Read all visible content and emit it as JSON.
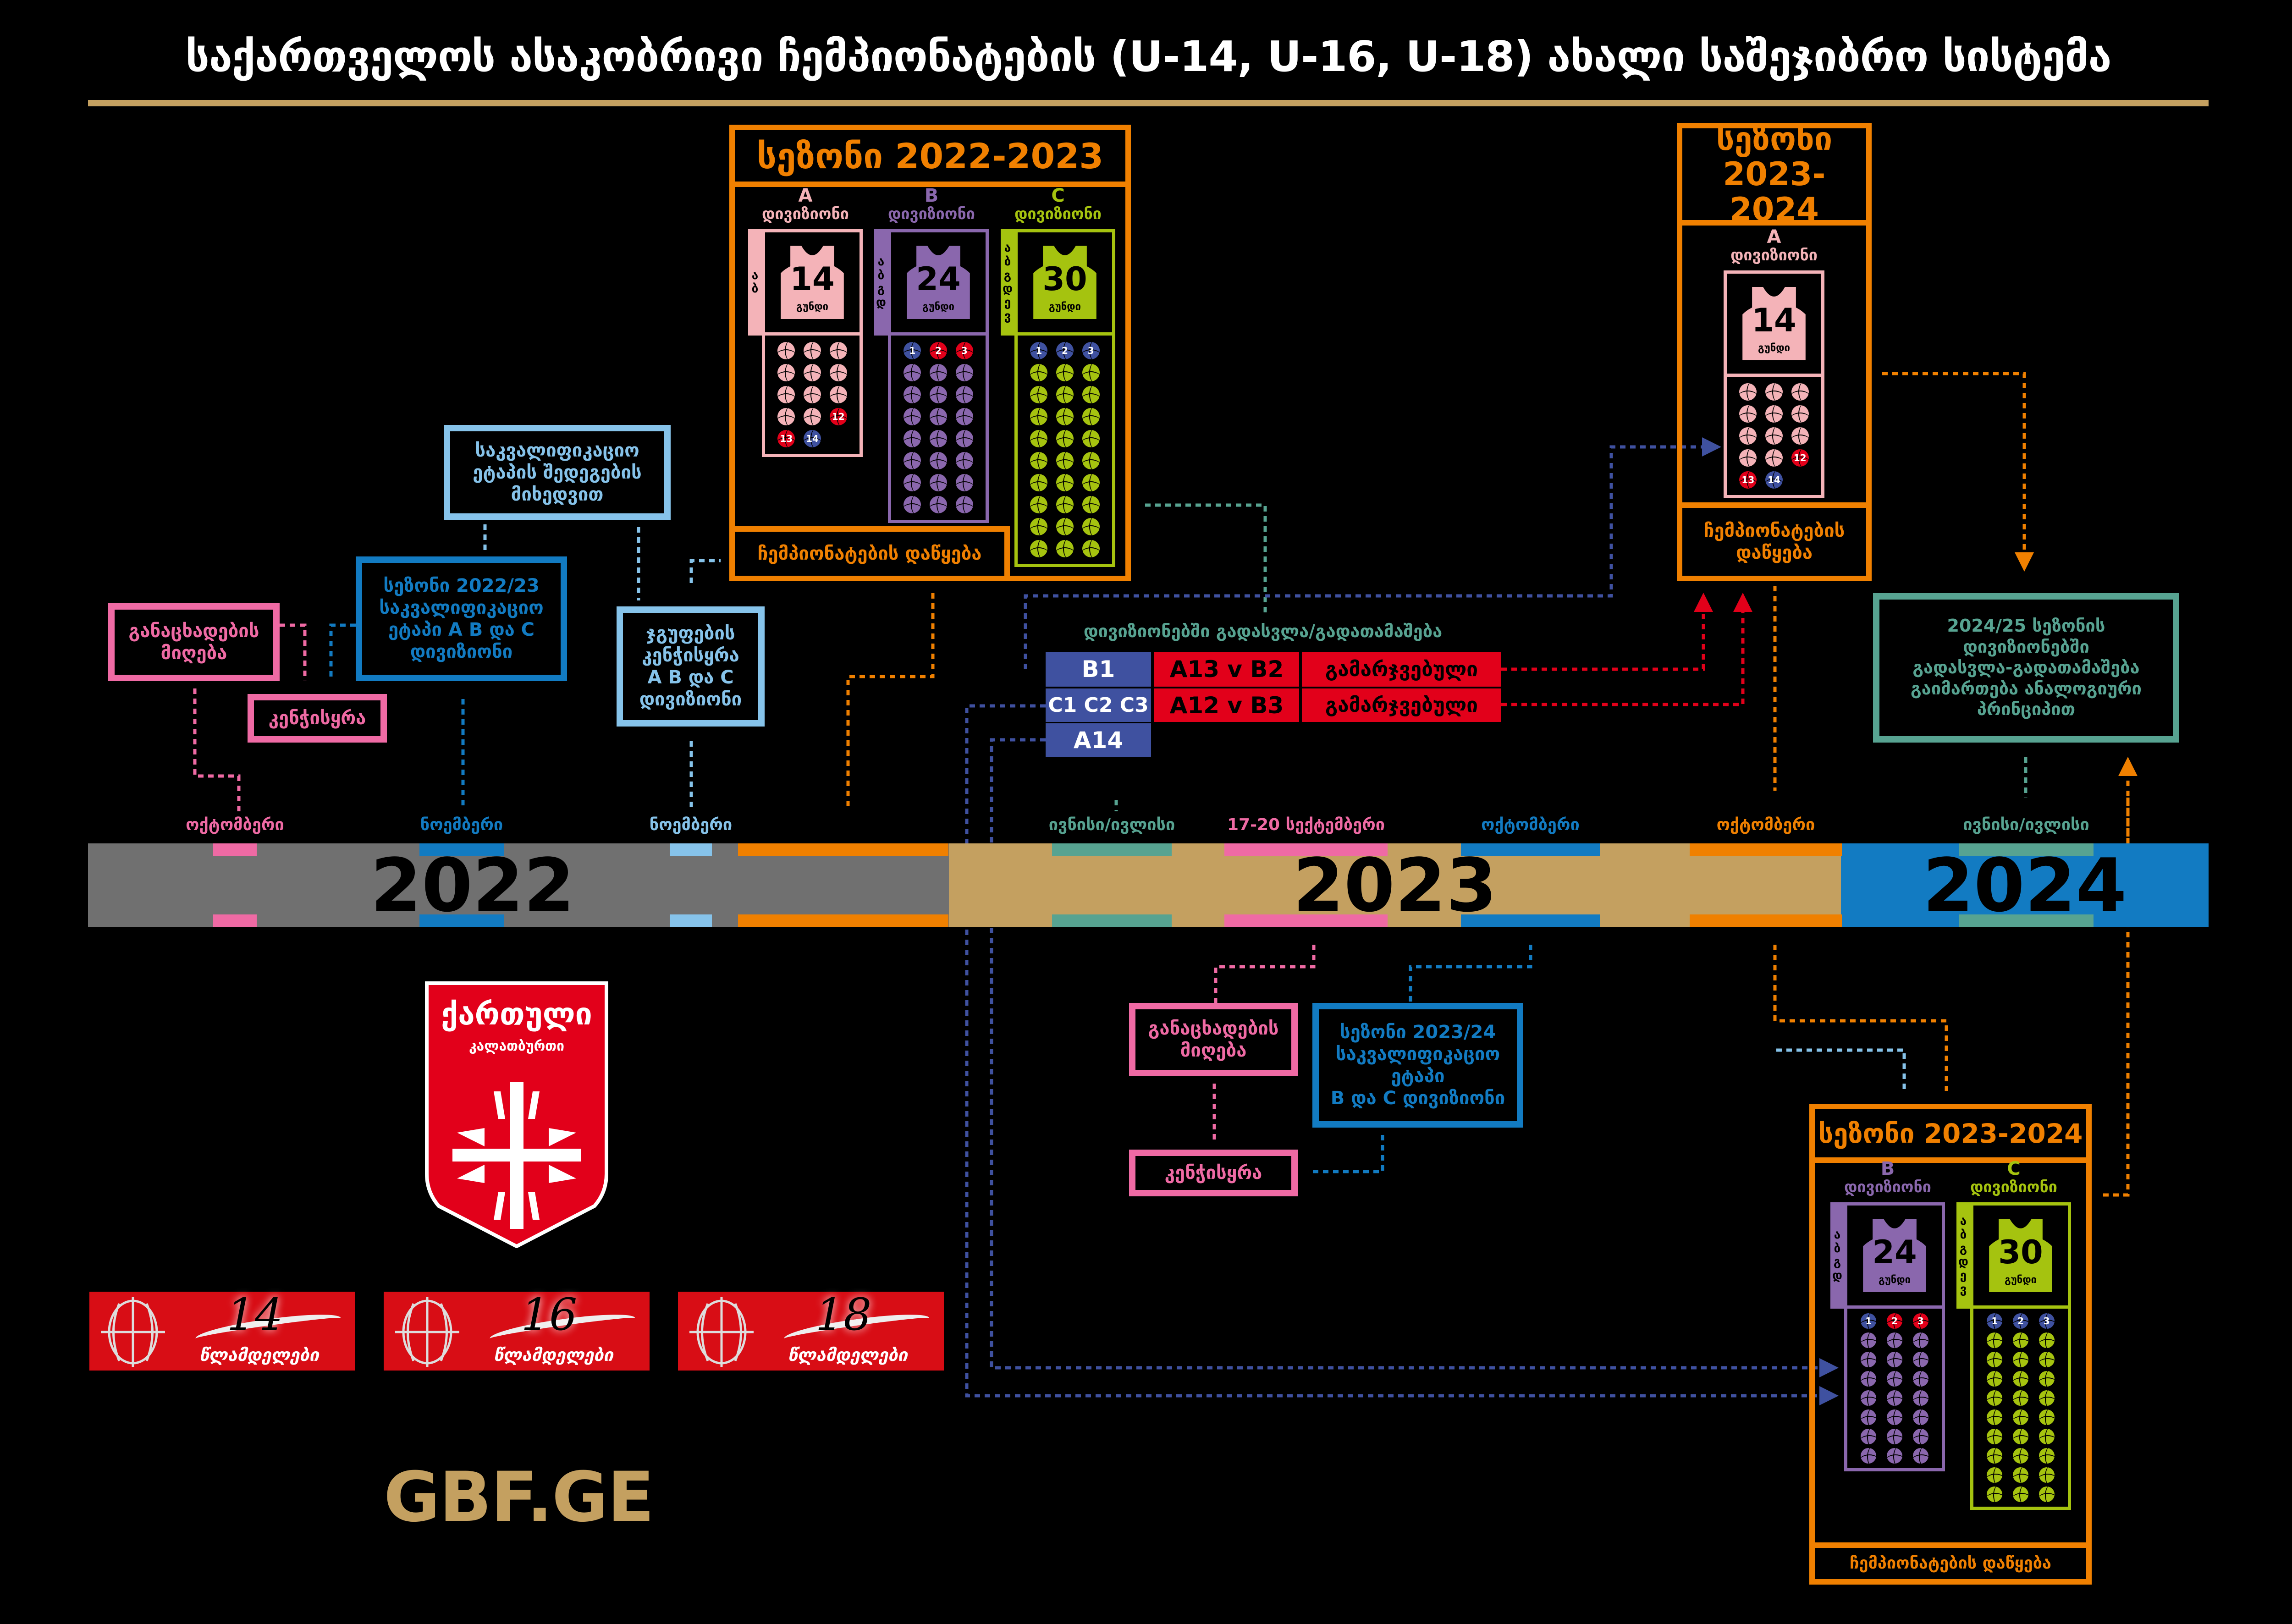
{
  "title": "საქართველოს ასაკობრივი ჩემპიონატების (U-14, U-16, U-18) ახალი საშეჯიბრო სისტემა",
  "colors": {
    "orange": "#f08000",
    "A": "#f4b3b8",
    "B": "#8a67ad",
    "C": "#a5c30f",
    "navy": "#3f51a0",
    "red": "#e2001a",
    "gold": "#c4a060"
  },
  "seasons": {
    "s2022": {
      "header": "სეზონი 2022-2023",
      "footer": "ჩემპიონატების დაწყება"
    },
    "s2023_top": {
      "header_line1": "სეზონი",
      "header_line2": "2023-2024",
      "footer_line1": "ჩემპიონატების",
      "footer_line2": "დაწყება"
    },
    "s2023_bottom": {
      "header": "სეზონი 2023-2024",
      "footer": "ჩემპიონატების დაწყება"
    }
  },
  "divisions": {
    "s22A": {
      "letter": "A",
      "label": "დივიზიონი",
      "teams": "14",
      "teams_label": "გუნდი",
      "color": "#f4b3b8",
      "side_letters": [
        "ა",
        "ბ"
      ],
      "balls": [
        {
          "label": "",
          "tone": "base"
        },
        {
          "label": "",
          "tone": "base"
        },
        {
          "label": "",
          "tone": "base"
        },
        {
          "label": "",
          "tone": "base"
        },
        {
          "label": "",
          "tone": "base"
        },
        {
          "label": "",
          "tone": "base"
        },
        {
          "label": "",
          "tone": "base"
        },
        {
          "label": "",
          "tone": "base"
        },
        {
          "label": "",
          "tone": "base"
        },
        {
          "label": "",
          "tone": "base"
        },
        {
          "label": "",
          "tone": "base"
        },
        {
          "label": "12",
          "tone": "red"
        },
        {
          "label": "13",
          "tone": "red"
        },
        {
          "label": "14",
          "tone": "navy"
        }
      ]
    },
    "s22B": {
      "letter": "B",
      "label": "დივიზიონი",
      "teams": "24",
      "teams_label": "გუნდი",
      "color": "#8a67ad",
      "side_letters": [
        "ა",
        "ბ",
        "გ",
        "დ"
      ],
      "count": 24,
      "special": [
        {
          "label": "1",
          "tone": "navy"
        },
        {
          "label": "2",
          "tone": "red"
        },
        {
          "label": "3",
          "tone": "red"
        }
      ]
    },
    "s22C": {
      "letter": "C",
      "label": "დივიზიონი",
      "teams": "30",
      "teams_label": "გუნდი",
      "color": "#a5c30f",
      "side_letters": [
        "ა",
        "ბ",
        "გ",
        "დ",
        "ე",
        "ვ"
      ],
      "count": 30,
      "special": [
        {
          "label": "1",
          "tone": "navy"
        },
        {
          "label": "2",
          "tone": "navy"
        },
        {
          "label": "3",
          "tone": "navy"
        }
      ]
    },
    "s23A": {
      "letter": "A",
      "label": "დივიზიონი",
      "teams": "14",
      "teams_label": "გუნდი",
      "color": "#f4b3b8",
      "side_letters": [],
      "balls": [
        {
          "label": "",
          "tone": "base"
        },
        {
          "label": "",
          "tone": "base"
        },
        {
          "label": "",
          "tone": "base"
        },
        {
          "label": "",
          "tone": "base"
        },
        {
          "label": "",
          "tone": "base"
        },
        {
          "label": "",
          "tone": "base"
        },
        {
          "label": "",
          "tone": "base"
        },
        {
          "label": "",
          "tone": "base"
        },
        {
          "label": "",
          "tone": "base"
        },
        {
          "label": "",
          "tone": "base"
        },
        {
          "label": "",
          "tone": "base"
        },
        {
          "label": "12",
          "tone": "red"
        },
        {
          "label": "13",
          "tone": "red"
        },
        {
          "label": "14",
          "tone": "navy"
        }
      ]
    },
    "s23B": {
      "letter": "B",
      "label": "დივიზიონი",
      "teams": "24",
      "teams_label": "გუნდი",
      "color": "#8a67ad",
      "side_letters": [
        "ა",
        "ბ",
        "გ",
        "დ"
      ],
      "count": 24,
      "special": [
        {
          "label": "1",
          "tone": "navy"
        },
        {
          "label": "2",
          "tone": "red"
        },
        {
          "label": "3",
          "tone": "red"
        }
      ]
    },
    "s23C": {
      "letter": "C",
      "label": "დივიზიონი",
      "teams": "30",
      "teams_label": "გუნდი",
      "color": "#a5c30f",
      "side_letters": [
        "ა",
        "ბ",
        "გ",
        "დ",
        "ე",
        "ვ"
      ],
      "count": 30,
      "special": [
        {
          "label": "1",
          "tone": "navy"
        },
        {
          "label": "2",
          "tone": "navy"
        },
        {
          "label": "3",
          "tone": "navy"
        }
      ]
    }
  },
  "boxes": {
    "applications_2022": [
      "განაცხადების",
      "მიღება"
    ],
    "draw_2022": [
      "კენჭისყრა"
    ],
    "qualifying_2022": [
      "სეზონი 2022/23",
      "საკვალიფიკაციო",
      "ეტაპი  A B და C",
      "დივიზიონი"
    ],
    "by_results": [
      "საკვალიფიკაციო",
      "ეტაპის შედეგების",
      "მიხედვით"
    ],
    "group_draw": [
      "ჯგუფების",
      "კენჭისყრა",
      "A B და C",
      "დივიზიონი"
    ],
    "next_season_note": [
      "2024/25 სეზონის",
      "დივიზიონებში",
      "გადასვლა-გადათამაშება",
      "გაიმართება ანალოგიური",
      "პრინციპით"
    ],
    "applications_2023": [
      "განაცხადების",
      "მიღება"
    ],
    "draw_2023": [
      "კენჭისყრა"
    ],
    "qualifying_2023": [
      "სეზონი 2023/24",
      "საკვალიფიკაციო",
      "ეტაპი",
      "B და C დივიზიონი"
    ]
  },
  "promotion": {
    "title": "დივიზიონებში გადასვლა/გადათამაშება",
    "rows": [
      {
        "team": "B1",
        "match": "A13 v B2",
        "result": "გამარჯვებული"
      },
      {
        "team": "C1 C2 C3",
        "match": "A12 v B3",
        "result": "გამარჯვებული"
      },
      {
        "team": "A14"
      }
    ]
  },
  "timeline": {
    "years": [
      {
        "label": "2022",
        "color": "#707070"
      },
      {
        "label": "2023",
        "color": "#c4a060"
      },
      {
        "label": "2024",
        "color": "#127bc2"
      }
    ],
    "markers": [
      {
        "label": "ოქტომბერი",
        "color": "#ef6aa4"
      },
      {
        "label": "ნოემბერი",
        "color": "#127bc2"
      },
      {
        "label": "ნოემბერი",
        "color": "#86c3ea"
      },
      {
        "label": "",
        "color": "#f08000"
      },
      {
        "label": "ივნისი/ივლისი",
        "color": "#57a391"
      },
      {
        "label": "17-20 სექტემბერი",
        "color": "#ef6aa4"
      },
      {
        "label": "ოქტომბერი",
        "color": "#127bc2"
      },
      {
        "label": "ოქტომბერი",
        "color": "#f08000"
      },
      {
        "label": "ივნისი/ივლისი",
        "color": "#57a391"
      }
    ]
  },
  "logo": {
    "line1": "ქართული",
    "line2": "კალათბურთი"
  },
  "badges": [
    {
      "age": "14",
      "caption": "წლამდელები"
    },
    {
      "age": "16",
      "caption": "წლამდელები"
    },
    {
      "age": "18",
      "caption": "წლამდელები"
    }
  ],
  "website": "GBF.GE"
}
